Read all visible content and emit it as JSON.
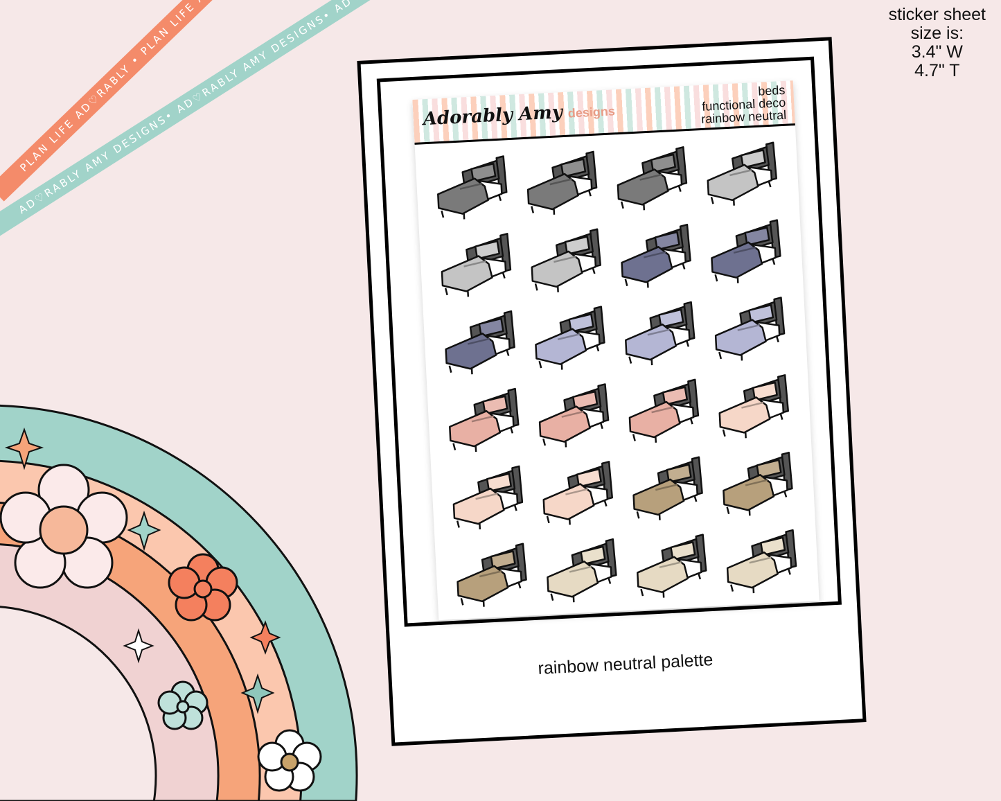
{
  "ribbons": {
    "orange": "PLAN LIFE AD♡RABLY • PLAN LIFE AD♡RABLY • PLAN LIFE AD♡RABLY",
    "teal": "AD♡RABLY AMY DESIGNS• AD♡RABLY AMY DESIGNS• AD♡RABLY AMY DESIGNS •"
  },
  "size_note": {
    "line1": "sticker sheet",
    "line2": "size is:",
    "line3": "3.4\" W",
    "line4": "4.7\" T"
  },
  "sheet": {
    "brand": "Adorably Amy",
    "brand_suffix": "designs",
    "title_lines": [
      "beds",
      "functional deco",
      "rainbow neutral"
    ],
    "caption": "rainbow neutral palette"
  },
  "colors": {
    "background": "#f6e8e8",
    "orange": "#f48b6a",
    "teal": "#a1d3c9",
    "peach": "#fbc7ae",
    "pink": "#f0d2d2"
  },
  "beds": [
    "#7a7a7a",
    "#7a7a7a",
    "#7a7a7a",
    "#c4c4c4",
    "#c4c4c4",
    "#c4c4c4",
    "#6e7190",
    "#6e7190",
    "#6e7190",
    "#b4b6d4",
    "#b4b6d4",
    "#b4b6d4",
    "#e8b0a4",
    "#e8b0a4",
    "#e8b0a4",
    "#f6d7c8",
    "#f6d7c8",
    "#f6d7c8",
    "#b7a07c",
    "#b7a07c",
    "#b7a07c",
    "#e6dac3",
    "#e6dac3",
    "#e6dac3"
  ]
}
